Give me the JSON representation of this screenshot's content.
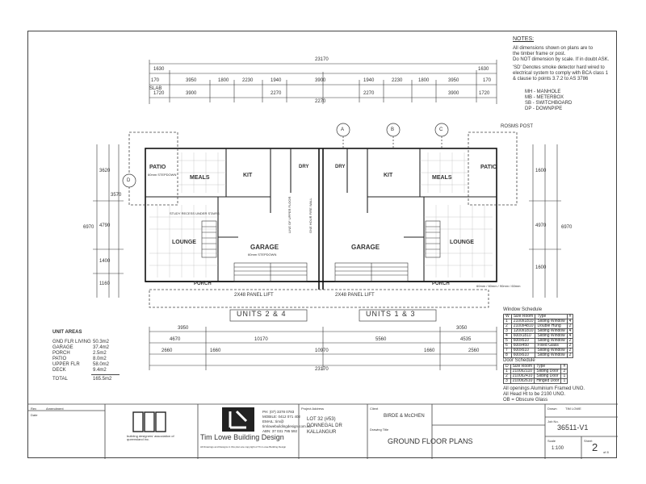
{
  "notes": {
    "title": "NOTES:",
    "lines": [
      "All dimensions shown on plans are to",
      "the timber frame or post.",
      "Do NOT dimension by scale. If in doubt ASK.",
      "'SD' Denotes smoke detector hard wired to",
      "electrical system to comply with BCA class 1",
      "& clause to points 3.7.2 to AS 3786"
    ],
    "legend": [
      "MH - MANHOLE",
      "MB - METERBOX",
      "SB - SWITCHBOARD",
      "DP - DOWNPIPE"
    ]
  },
  "dims": {
    "overall_top": "23170",
    "overall_bottom": "23170",
    "slab_left": "1630",
    "slab_right": "1630",
    "slab_label": "SLAB",
    "row2": [
      "170",
      "3950",
      "1800",
      "2230",
      "1940",
      "3900",
      "1940",
      "2230",
      "1800",
      "3950",
      "170"
    ],
    "row3": [
      "1720",
      "3900",
      "2270",
      "2270",
      "3900",
      "1720"
    ],
    "left_vert": [
      "3620",
      "4790",
      "1400",
      "1160",
      "3570",
      "6970"
    ],
    "right_vert": [
      "1600",
      "4970",
      "1600",
      "6970"
    ],
    "bottom_row1": [
      "3950",
      "3050"
    ],
    "bottom_row2": [
      "4670",
      "10170",
      "5560",
      "4535"
    ],
    "bottom_row3": [
      "2660",
      "1660",
      "10970",
      "1660",
      "2560"
    ],
    "center_mid": "2270"
  },
  "rooms": {
    "patio_left": "PATIO",
    "patio_right": "PATIO",
    "patio_sub": "60mm STEPDOWN",
    "meals_left": "MEALS",
    "meals_right": "MEALS",
    "kit_left": "KIT",
    "kit_right": "KIT",
    "dry_left": "DRY",
    "dry_right": "DRY",
    "lounge_left": "LOUNGE",
    "lounge_right": "LOUNGE",
    "garage_left": "GARAGE",
    "garage_right": "GARAGE",
    "garage_sub": "60mm STEPDOWN",
    "porch_left": "PORCH",
    "porch_right": "PORCH",
    "panel_lift_left": "2X48 PANEL LIFT",
    "panel_lift_right": "2X48 PANEL LIFT",
    "study_recess": "STUDY RECESS UNDER STAIRS",
    "fire_wall": "ONE HOUR FIRE WALL",
    "line_of_upper": "LINE OF UPPER FLOOR",
    "posts": "ROSMS POST",
    "bbq_note": "60mm / 60mm / 90mm / 60mm",
    "grid_a": "A",
    "grid_b": "B",
    "grid_c": "C",
    "grid_d": "D"
  },
  "units": {
    "left": "UNITS 2 & 4",
    "right": "UNITS 1 & 3"
  },
  "unit_areas": {
    "title": "UNIT AREAS",
    "rows": [
      [
        "GND FLR LIVING",
        "50.3m2"
      ],
      [
        "GARAGE",
        "37.4m2"
      ],
      [
        "PORCH",
        "2.5m2"
      ],
      [
        "PATIO",
        "8.0m2"
      ],
      [
        "UPPER FLR",
        "58.0m2"
      ],
      [
        "DECK",
        "9.4m2"
      ]
    ],
    "total_label": "TOTAL",
    "total_value": "165.5m2"
  },
  "window_schedule": {
    "title": "Window Schedule",
    "headers": [
      "W",
      "Size Room",
      "Type",
      "#"
    ],
    "rows": [
      [
        "1",
        "2100x1810",
        "Sliding Window",
        "4"
      ],
      [
        "2",
        "2100x4810",
        "Double Hung",
        "2"
      ],
      [
        "3",
        "1200x1810",
        "Sliding Window",
        "4"
      ],
      [
        "4",
        "600x1810",
        "Sliding Window",
        "4"
      ],
      [
        "5",
        "600x610",
        "Sliding Window",
        "2"
      ],
      [
        "6",
        "600x450",
        "Fixed Glass",
        "2"
      ],
      [
        "7",
        "600x610",
        "Sliding Window",
        "2"
      ],
      [
        "8",
        "600x610",
        "Sliding Window",
        "2"
      ]
    ]
  },
  "door_schedule": {
    "title": "Door Schedule",
    "headers": [
      "D",
      "Size Room",
      "Type",
      "#"
    ],
    "rows": [
      [
        "1",
        "2100x2110",
        "Sliding Door",
        "2"
      ],
      [
        "2",
        "2100x2410",
        "Sliding Door",
        "1"
      ],
      [
        "3",
        "2100x2610",
        "Hinged Door",
        "1"
      ]
    ],
    "footnotes": [
      "All openings Aluminium Framed UNO.",
      "All Head Ht to be 2100 UNO.",
      "OB = Obscure Glass"
    ]
  },
  "title_block": {
    "rev_label": "Rev",
    "rev_desc": "Amendment",
    "date_label": "Date",
    "date_value": "",
    "company": "Tim Lowe Building Design",
    "copyright": "All Drawings and Designs in this plan are copyright of Tim Lowe Building Design",
    "assoc": "building designers' association of queensland inc.",
    "contact_lines": [
      "PH: (07) 3378 0783",
      "MOBILE: 0412 071 402",
      "EMAIL: tim@",
      "timlowebuildingdesign.com.au",
      "ABN: 37 031 795 592"
    ],
    "project_label": "Project Address",
    "project_lines": [
      "LOT 32 (#53)",
      "DONNEGAL DR",
      "KALLANGUR"
    ],
    "client_label": "Client",
    "client": "BIRDE & McCHEN",
    "drawing_title_label": "Drawing Title",
    "drawing_title": "GROUND FLOOR PLANS",
    "job_label": "Job No.",
    "job_no": "36511-V1",
    "scale_label": "Scale",
    "scale": "1:100",
    "sheet_label": "Sheet",
    "sheet": "2",
    "sheet_of": "of 8",
    "drawn_label": "Drawn",
    "drawn": "TIM LOWE"
  }
}
